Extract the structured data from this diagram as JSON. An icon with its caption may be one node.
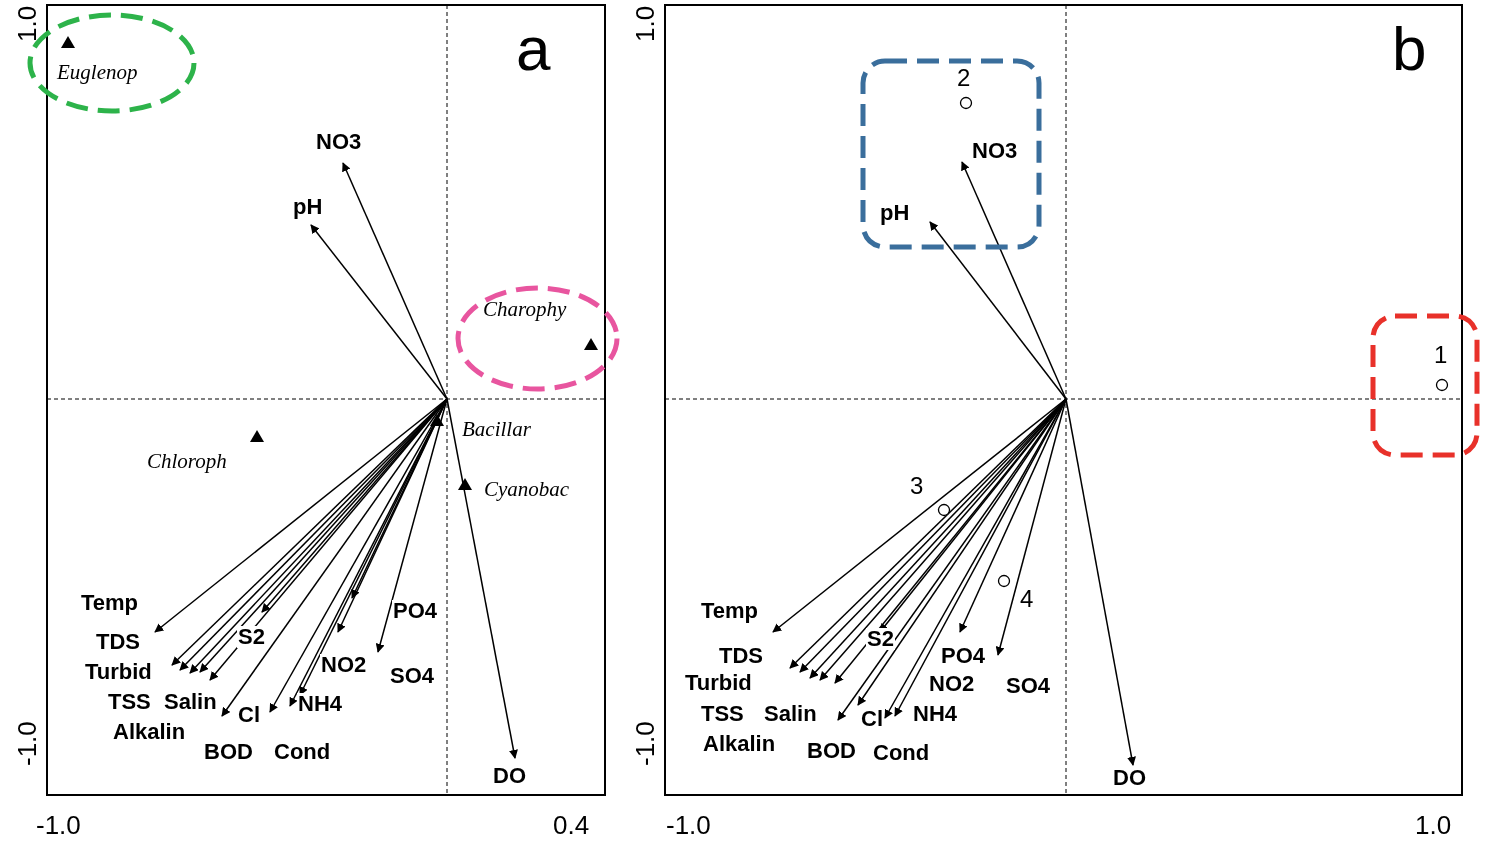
{
  "diagram": {
    "nodes": [
      {
        "text": [
          "Euglenop"
        ]
      },
      {
        "text": [
          "Charophy"
        ]
      },
      {
        "text": [
          "2",
          "NO3",
          "pH"
        ]
      },
      {
        "text": [
          "1"
        ]
      }
    ],
    "labels": [
      "1.0",
      "a",
      "NO3",
      "pH",
      "Bacillar",
      "Chloroph",
      "Cyanobac",
      "Temp",
      "PO4",
      "TDS",
      "S2",
      "NO2",
      "Turbid",
      "SO4",
      "TSS",
      "Salin",
      "Cl",
      "NH4",
      "Alkalin",
      "BOD",
      "Cond",
      "DO",
      "-1.0",
      "-1.0",
      "0.4",
      "1.0",
      "b",
      "3",
      "4",
      "Temp",
      "S2",
      "TDS",
      "PO4",
      "Turbid",
      "NO2",
      "SO4",
      "TSS",
      "Salin",
      "Cl",
      "NH4",
      "Alkalin",
      "BOD",
      "Cond",
      "DO",
      "-1.0",
      "-1.0",
      "1.0"
    ]
  }
}
